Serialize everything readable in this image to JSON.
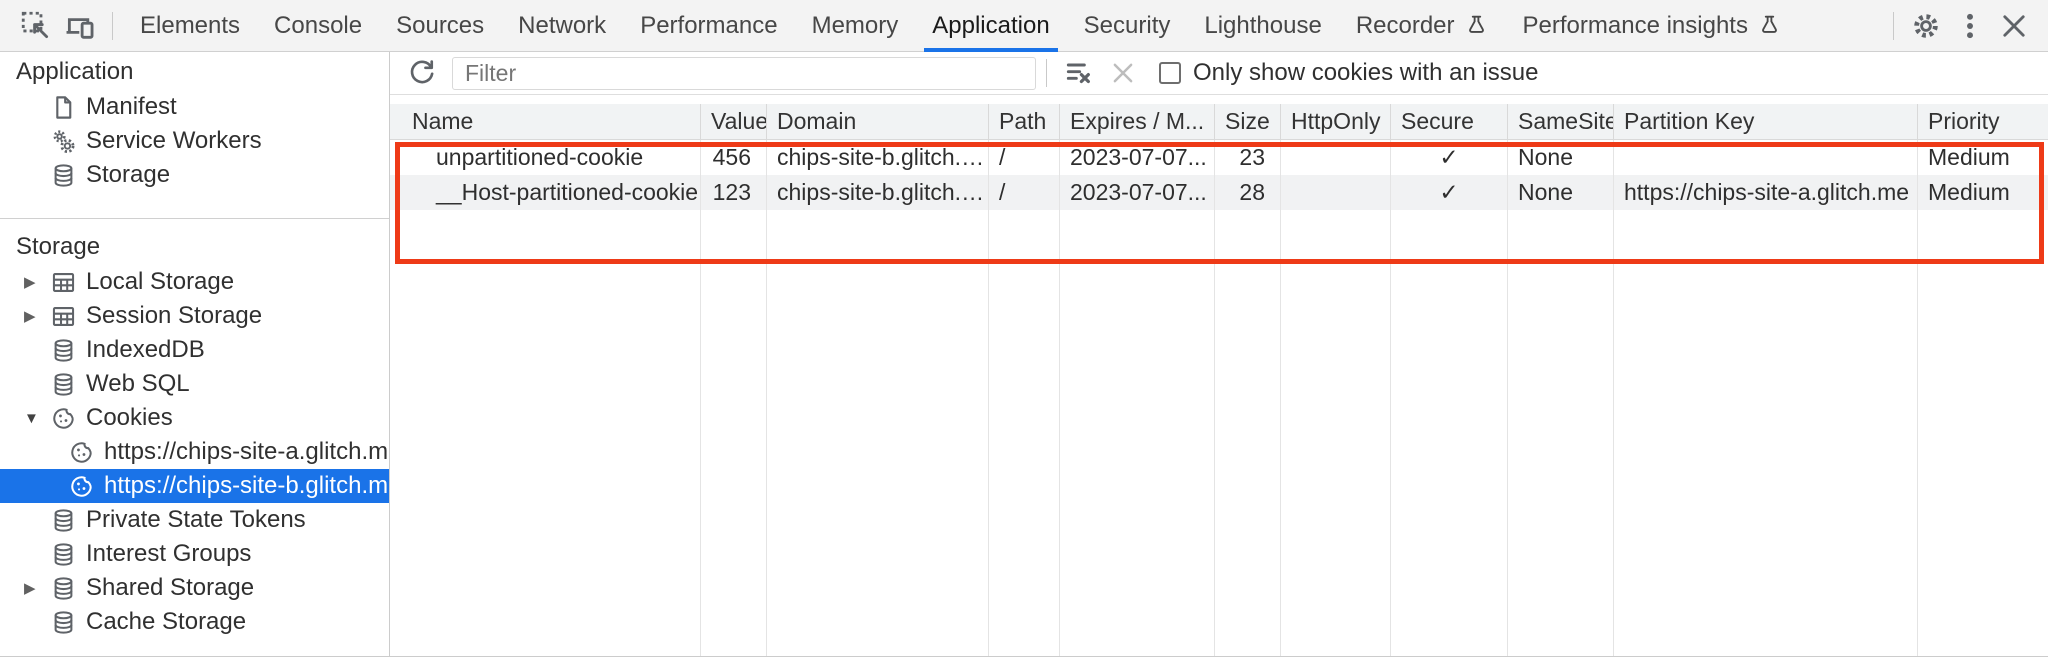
{
  "colors": {
    "accent_blue": "#1a73e8",
    "annotation_red": "#ee3a17",
    "selected_item_bg": "#1a73e8"
  },
  "icons": [
    "inspect-icon",
    "device-toolbar-icon",
    "flask-icon",
    "gear-icon",
    "more-icon",
    "close-icon",
    "refresh-icon",
    "clear-filter-icon",
    "delete-icon",
    "document-icon",
    "gears-icon",
    "database-icon",
    "table-icon",
    "cookie-icon"
  ],
  "glyphs": {
    "collapsed": "▶",
    "expanded": "▼"
  },
  "devtools": {
    "tabs": [
      {
        "label": "Elements"
      },
      {
        "label": "Console"
      },
      {
        "label": "Sources"
      },
      {
        "label": "Network"
      },
      {
        "label": "Performance"
      },
      {
        "label": "Memory"
      },
      {
        "label": "Application",
        "active": true
      },
      {
        "label": "Security"
      },
      {
        "label": "Lighthouse"
      },
      {
        "label": "Recorder",
        "experimental": true
      },
      {
        "label": "Performance insights",
        "experimental": true
      }
    ]
  },
  "sidebar": {
    "app_section_title": "Application",
    "storage_section_title": "Storage",
    "app_items": [
      {
        "label": "Manifest",
        "icon": "document-icon"
      },
      {
        "label": "Service Workers",
        "icon": "gears-icon"
      },
      {
        "label": "Storage",
        "icon": "database-icon"
      }
    ],
    "storage_items": [
      {
        "label": "Local Storage",
        "icon": "table-icon",
        "state": "collapsed"
      },
      {
        "label": "Session Storage",
        "icon": "table-icon",
        "state": "collapsed"
      },
      {
        "label": "IndexedDB",
        "icon": "database-icon"
      },
      {
        "label": "Web SQL",
        "icon": "database-icon"
      },
      {
        "label": "Cookies",
        "icon": "cookie-icon",
        "state": "expanded",
        "children": [
          {
            "label": "https://chips-site-a.glitch.me",
            "icon": "cookie-icon"
          },
          {
            "label": "https://chips-site-b.glitch.me",
            "icon": "cookie-icon",
            "selected": true
          }
        ]
      },
      {
        "label": "Private State Tokens",
        "icon": "database-icon"
      },
      {
        "label": "Interest Groups",
        "icon": "database-icon"
      },
      {
        "label": "Shared Storage",
        "icon": "database-icon",
        "state": "collapsed"
      },
      {
        "label": "Cache Storage",
        "icon": "database-icon"
      }
    ]
  },
  "cookies_panel": {
    "filter_placeholder": "Filter",
    "checkbox_label": "Only show cookies with an issue",
    "checkbox_checked": false,
    "table": {
      "columns": [
        "Name",
        "Value",
        "Domain",
        "Path",
        "Expires / M...",
        "Size",
        "HttpOnly",
        "Secure",
        "SameSite",
        "Partition Key",
        "Priority"
      ],
      "rows": [
        [
          "unpartitioned-cookie",
          "456",
          "chips-site-b.glitch.me",
          "/",
          "2023-07-07...",
          "23",
          "",
          "✓",
          "None",
          "",
          "Medium"
        ],
        [
          "__Host-partitioned-cookie",
          "123",
          "chips-site-b.glitch.me",
          "/",
          "2023-07-07...",
          "28",
          "",
          "✓",
          "None",
          "https://chips-site-a.glitch.me",
          "Medium"
        ]
      ]
    }
  }
}
